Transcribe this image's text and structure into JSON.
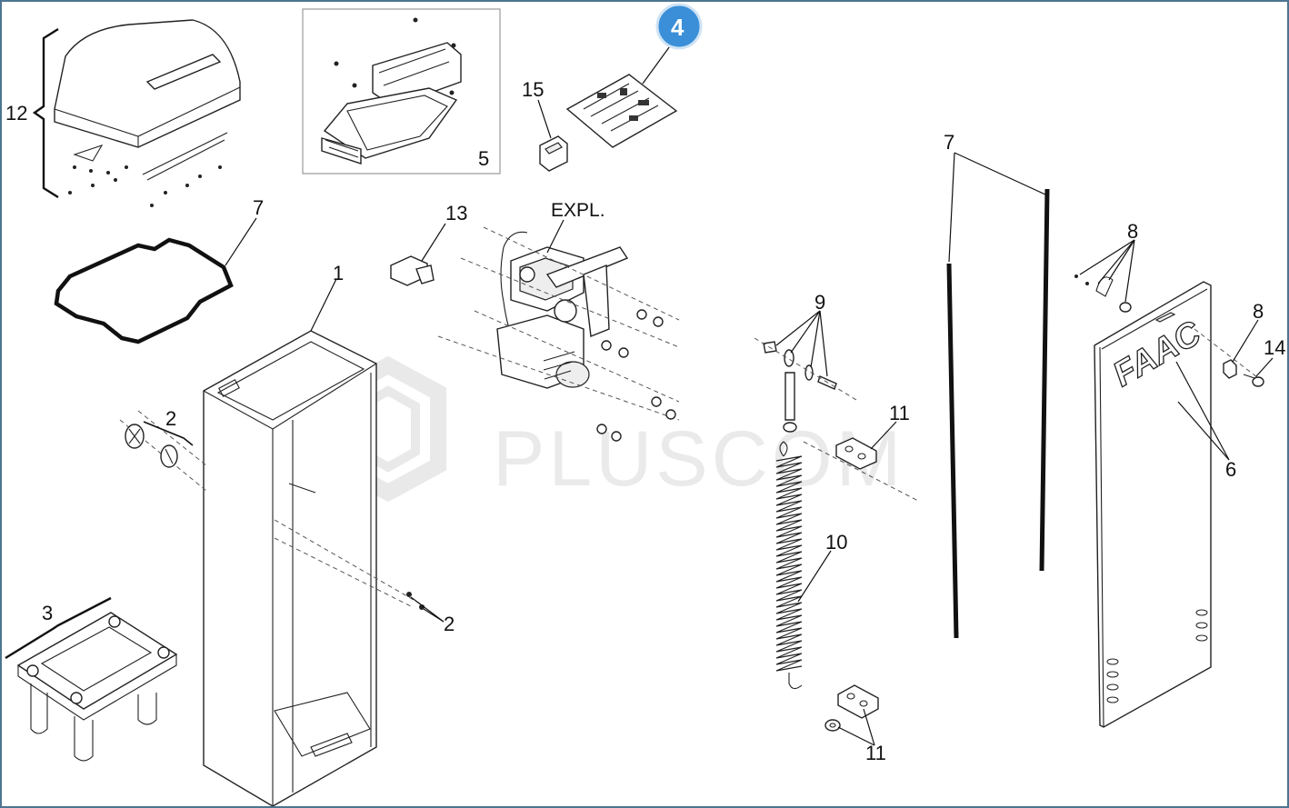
{
  "watermark": {
    "text": "PLUSCOM"
  },
  "badge": {
    "label": "4",
    "color": "#3a8fd8"
  },
  "callouts": {
    "c12": "12",
    "c5": "5",
    "c15": "15",
    "c7a": "7",
    "c13": "13",
    "expl": "EXPL.",
    "c7b": "7",
    "c8a": "8",
    "c8b": "8",
    "c14": "14",
    "c1": "1",
    "c9": "9",
    "c2a": "2",
    "c11a": "11",
    "c6": "6",
    "c10": "10",
    "c3": "3",
    "c2b": "2",
    "c11b": "11"
  },
  "logo": {
    "text": "FAAC"
  },
  "colors": {
    "frame_border": "#4d7590",
    "line": "#222222",
    "watermark": "#d9d9d9"
  }
}
